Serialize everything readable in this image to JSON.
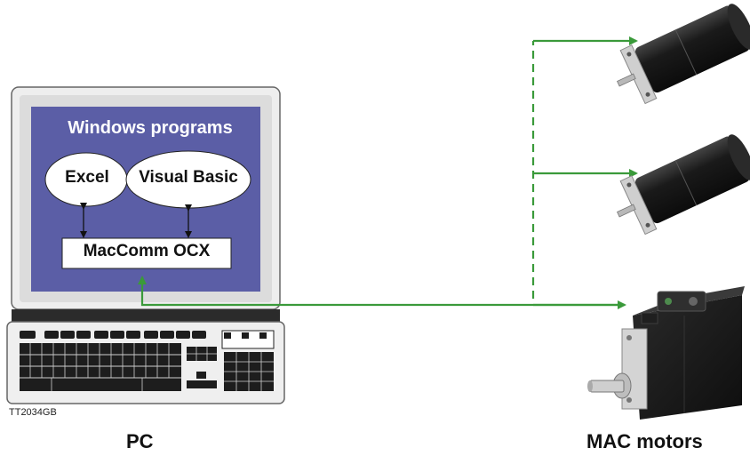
{
  "screen": {
    "title": "Windows programs",
    "apps": [
      {
        "label": "Excel"
      },
      {
        "label": "Visual Basic"
      }
    ],
    "ocx_label": "MacComm OCX"
  },
  "figure_code": "TT2034GB",
  "pc_label": "PC",
  "motors_label": "MAC motors",
  "colors": {
    "screen_background": "#5b5ea6",
    "connection_line": "#3a9a3a",
    "monitor_frame": "#eeeeee",
    "motor_body": "#1b1b1b"
  }
}
